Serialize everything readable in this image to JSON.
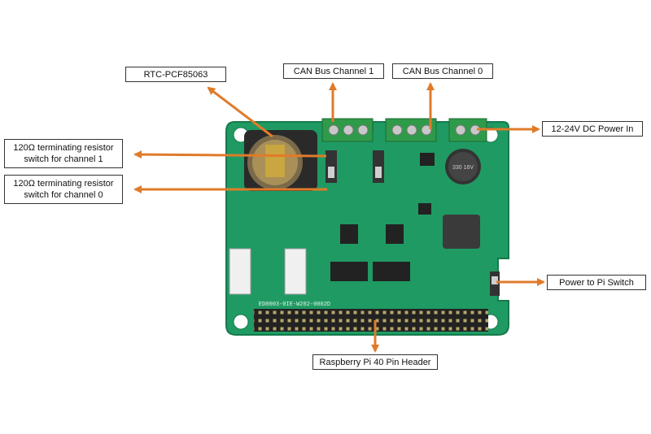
{
  "labels": {
    "rtc": "RTC-PCF85063",
    "can1": "CAN Bus Channel 1",
    "can0": "CAN Bus Channel 0",
    "power_in": "12-24V DC Power In",
    "term1_line1": "120Ω terminating resistor",
    "term1_line2": "switch for channel 1",
    "term0_line1": "120Ω terminating resistor",
    "term0_line2": "switch for channel 0",
    "power_pi": "Power to Pi Switch",
    "header": "Raspberry Pi 40 Pin Header"
  },
  "board_silk": {
    "part_id": "ED0003-0IE-W202-0002D",
    "cap_code": "330 16V"
  },
  "colors": {
    "arrow": "#e07b2a",
    "pcb": "#1f9a63",
    "pcb_dark": "#157a4c",
    "terminal": "#2e9a4a",
    "connector": "#f0f0f0"
  }
}
